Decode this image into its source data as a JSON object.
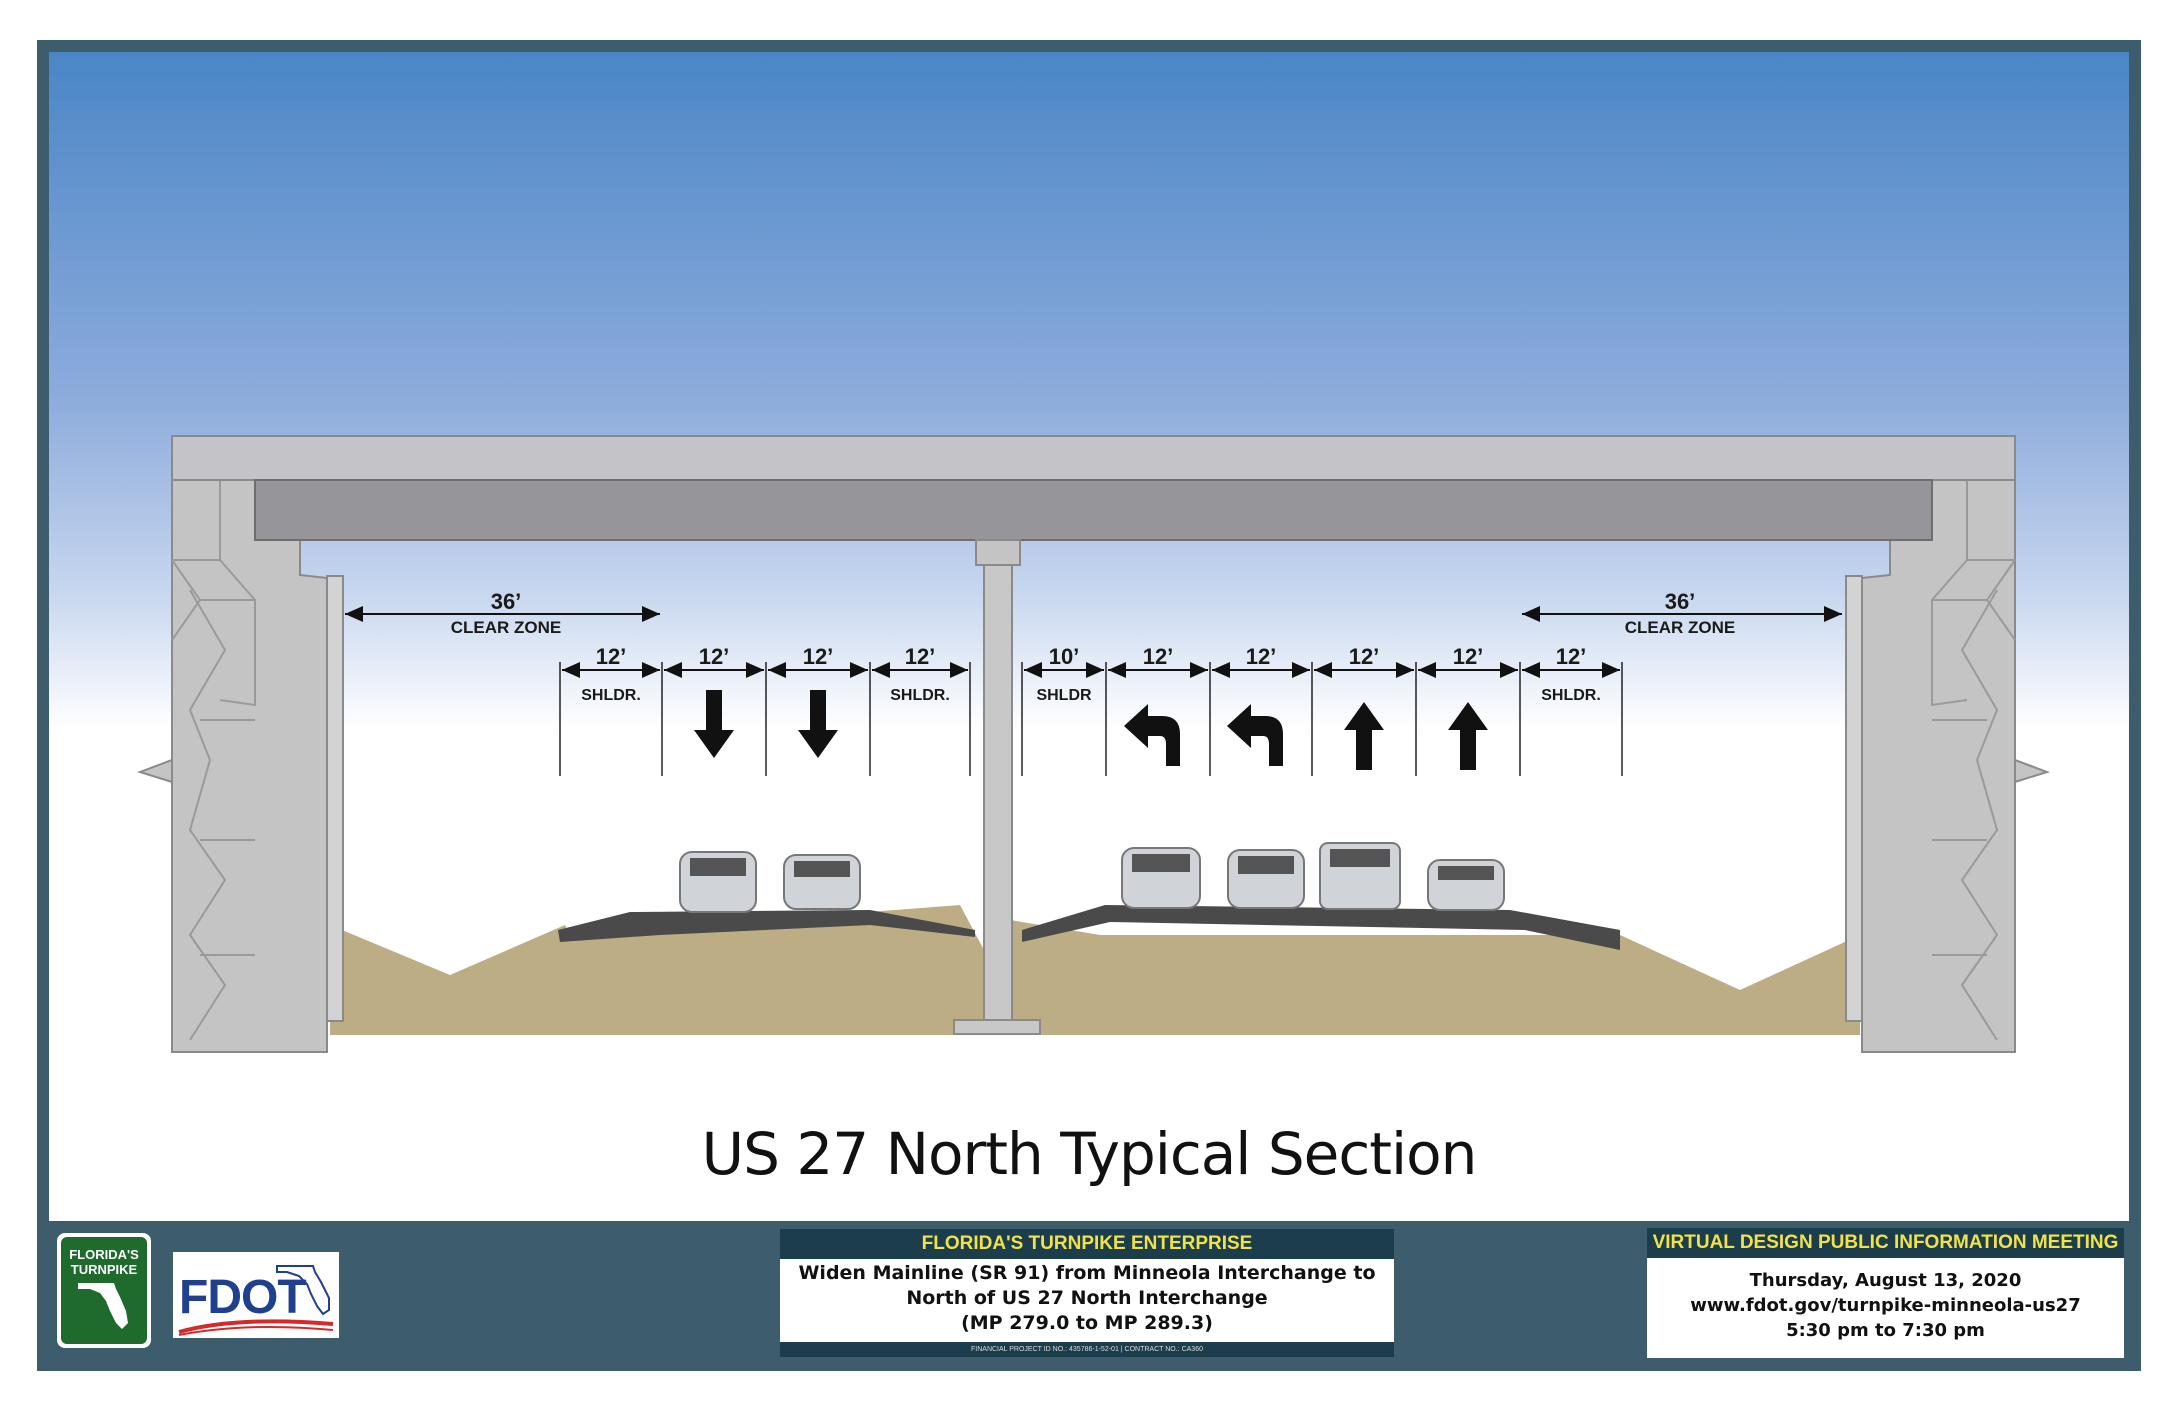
{
  "title": "US 27 North Typical Section",
  "dimensions": {
    "clear_zone_left": {
      "value": "36’",
      "label": "CLEAR ZONE"
    },
    "clear_zone_right": {
      "value": "36’",
      "label": "CLEAR ZONE"
    },
    "lanes": [
      {
        "value": "12’",
        "label": "SHLDR."
      },
      {
        "value": "12’",
        "label": ""
      },
      {
        "value": "12’",
        "label": ""
      },
      {
        "value": "12’",
        "label": "SHLDR."
      },
      {
        "value": "10’",
        "label": "SHLDR"
      },
      {
        "value": "12’",
        "label": ""
      },
      {
        "value": "12’",
        "label": ""
      },
      {
        "value": "12’",
        "label": ""
      },
      {
        "value": "12’",
        "label": ""
      },
      {
        "value": "12’",
        "label": "SHLDR."
      }
    ]
  },
  "lane_arrows": [
    "arrow-down-icon",
    "arrow-down-icon",
    "arrow-left-turn-icon",
    "arrow-left-turn-icon",
    "arrow-up-icon",
    "arrow-up-icon"
  ],
  "logos": {
    "turnpike": "FLORIDA'S TURNPIKE",
    "fdot": "FDOT"
  },
  "center_panel": {
    "header": "FLORIDA'S TURNPIKE ENTERPRISE",
    "line1": "Widen Mainline (SR 91) from Minneola Interchange to",
    "line2": "North of US 27 North Interchange",
    "line3": "(MP 279.0 to MP 289.3)",
    "fine_print": "FINANCIAL PROJECT ID NO.: 435786-1-52-01 | CONTRACT NO.: CA360"
  },
  "right_panel": {
    "header": "VIRTUAL DESIGN PUBLIC INFORMATION MEETING",
    "date": "Thursday, August 13, 2020",
    "url": "www.fdot.gov/turnpike-minneola-us27",
    "time": "5:30 pm to 7:30 pm"
  },
  "colors": {
    "frame": "#3e5d6c",
    "panel_header": "#1b3d4c",
    "header_text": "#f2e24a",
    "ground": "#bdad85",
    "pavement": "#4a4a4a",
    "concrete": "#c8c8c8"
  }
}
